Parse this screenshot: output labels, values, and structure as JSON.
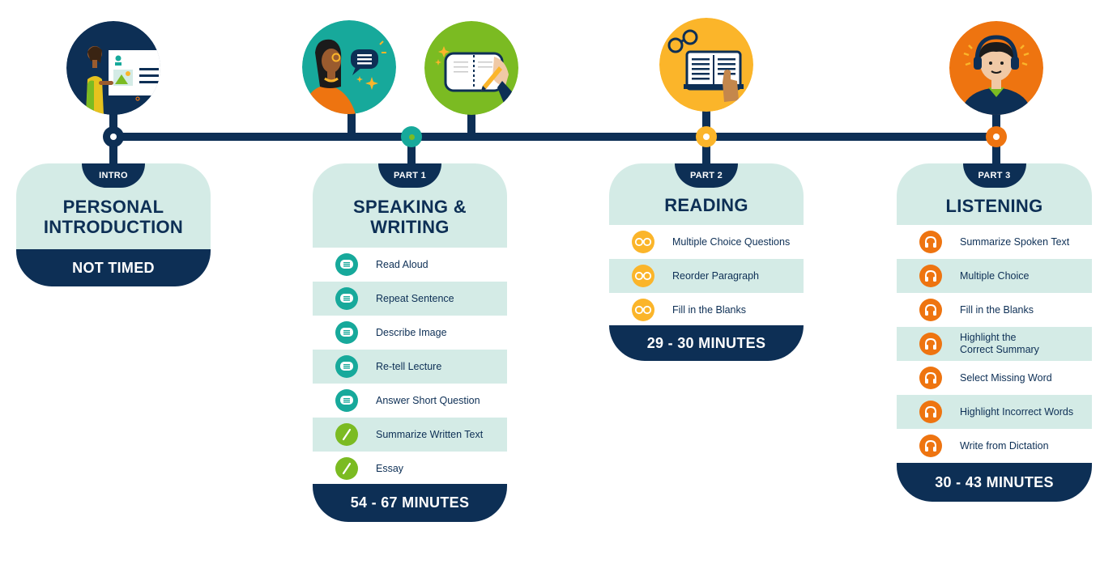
{
  "colors": {
    "navy": "#0d2f55",
    "mint": "#d4ebe6",
    "teal": "#17a99b",
    "green": "#7bbb22",
    "yellow": "#fbb52a",
    "orange": "#ee7410"
  },
  "intro": {
    "tab": "INTRO",
    "title_line1": "PERSONAL",
    "title_line2": "INTRODUCTION",
    "footer": "NOT TIMED"
  },
  "part1": {
    "tab": "PART 1",
    "title_line1": "SPEAKING &",
    "title_line2": "WRITING",
    "footer": "54 - 67 MINUTES",
    "items": [
      {
        "label": "Read Aloud",
        "icon": "speech-bubble-icon"
      },
      {
        "label": "Repeat Sentence",
        "icon": "speech-bubble-icon"
      },
      {
        "label": "Describe Image",
        "icon": "speech-bubble-icon"
      },
      {
        "label": "Re-tell Lecture",
        "icon": "speech-bubble-icon"
      },
      {
        "label": "Answer Short Question",
        "icon": "speech-bubble-icon"
      },
      {
        "label": "Summarize Written Text",
        "icon": "pencil-icon"
      },
      {
        "label": "Essay",
        "icon": "pencil-icon"
      }
    ]
  },
  "part2": {
    "tab": "PART 2",
    "title": "READING",
    "footer": "29 - 30 MINUTES",
    "items": [
      {
        "label": "Multiple Choice Questions",
        "icon": "glasses-icon"
      },
      {
        "label": "Reorder Paragraph",
        "icon": "glasses-icon"
      },
      {
        "label": "Fill in the Blanks",
        "icon": "glasses-icon"
      }
    ]
  },
  "part3": {
    "tab": "PART 3",
    "title": "LISTENING",
    "footer": "30 - 43 MINUTES",
    "items": [
      {
        "label": "Summarize Spoken Text",
        "icon": "headphones-icon"
      },
      {
        "label": "Multiple Choice",
        "icon": "headphones-icon"
      },
      {
        "label": "Fill in the Blanks",
        "icon": "headphones-icon"
      },
      {
        "label_line1": "Highlight the",
        "label_line2": "Correct Summary",
        "icon": "headphones-icon"
      },
      {
        "label": "Select Missing Word",
        "icon": "headphones-icon"
      },
      {
        "label": "Highlight Incorrect Words",
        "icon": "headphones-icon"
      },
      {
        "label": "Write from Dictation",
        "icon": "headphones-icon"
      }
    ]
  }
}
